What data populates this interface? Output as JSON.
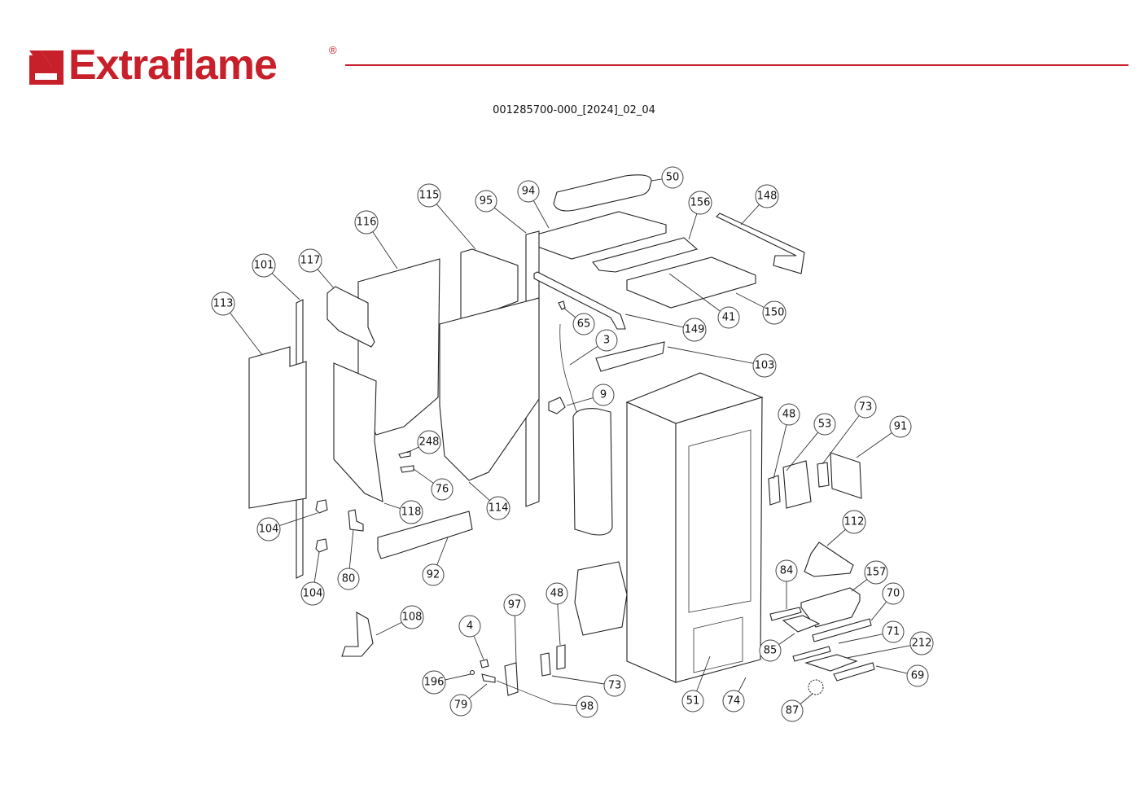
{
  "brand": {
    "name": "Extraflame",
    "registered_mark": "®",
    "accent_color": "#c8202a"
  },
  "document": {
    "code": "001285700-000_[2024]_02_04"
  },
  "diagram": {
    "type": "exploded-parts-view",
    "callouts": [
      {
        "id": "c50",
        "label": "50"
      },
      {
        "id": "c94",
        "label": "94"
      },
      {
        "id": "c95",
        "label": "95"
      },
      {
        "id": "c115",
        "label": "115"
      },
      {
        "id": "c116",
        "label": "116"
      },
      {
        "id": "c117",
        "label": "117"
      },
      {
        "id": "c101",
        "label": "101"
      },
      {
        "id": "c113",
        "label": "113"
      },
      {
        "id": "c156",
        "label": "156"
      },
      {
        "id": "c148",
        "label": "148"
      },
      {
        "id": "c41",
        "label": "41"
      },
      {
        "id": "c150",
        "label": "150"
      },
      {
        "id": "c149",
        "label": "149"
      },
      {
        "id": "c65",
        "label": "65"
      },
      {
        "id": "c3",
        "label": "3"
      },
      {
        "id": "c103",
        "label": "103"
      },
      {
        "id": "c9",
        "label": "9"
      },
      {
        "id": "c48a",
        "label": "48"
      },
      {
        "id": "c53",
        "label": "53"
      },
      {
        "id": "c73a",
        "label": "73"
      },
      {
        "id": "c91",
        "label": "91"
      },
      {
        "id": "c248",
        "label": "248"
      },
      {
        "id": "c76",
        "label": "76"
      },
      {
        "id": "c114",
        "label": "114"
      },
      {
        "id": "c118",
        "label": "118"
      },
      {
        "id": "c104a",
        "label": "104"
      },
      {
        "id": "c104b",
        "label": "104"
      },
      {
        "id": "c80",
        "label": "80"
      },
      {
        "id": "c92",
        "label": "92"
      },
      {
        "id": "c112",
        "label": "112"
      },
      {
        "id": "c84",
        "label": "84"
      },
      {
        "id": "c157",
        "label": "157"
      },
      {
        "id": "c70",
        "label": "70"
      },
      {
        "id": "c71",
        "label": "71"
      },
      {
        "id": "c212",
        "label": "212"
      },
      {
        "id": "c69",
        "label": "69"
      },
      {
        "id": "c85",
        "label": "85"
      },
      {
        "id": "c87",
        "label": "87"
      },
      {
        "id": "c108",
        "label": "108"
      },
      {
        "id": "c4",
        "label": "4"
      },
      {
        "id": "c97",
        "label": "97"
      },
      {
        "id": "c48b",
        "label": "48"
      },
      {
        "id": "c196",
        "label": "196"
      },
      {
        "id": "c79",
        "label": "79"
      },
      {
        "id": "c73b",
        "label": "73"
      },
      {
        "id": "c98",
        "label": "98"
      },
      {
        "id": "c51",
        "label": "51"
      },
      {
        "id": "c74",
        "label": "74"
      }
    ]
  }
}
